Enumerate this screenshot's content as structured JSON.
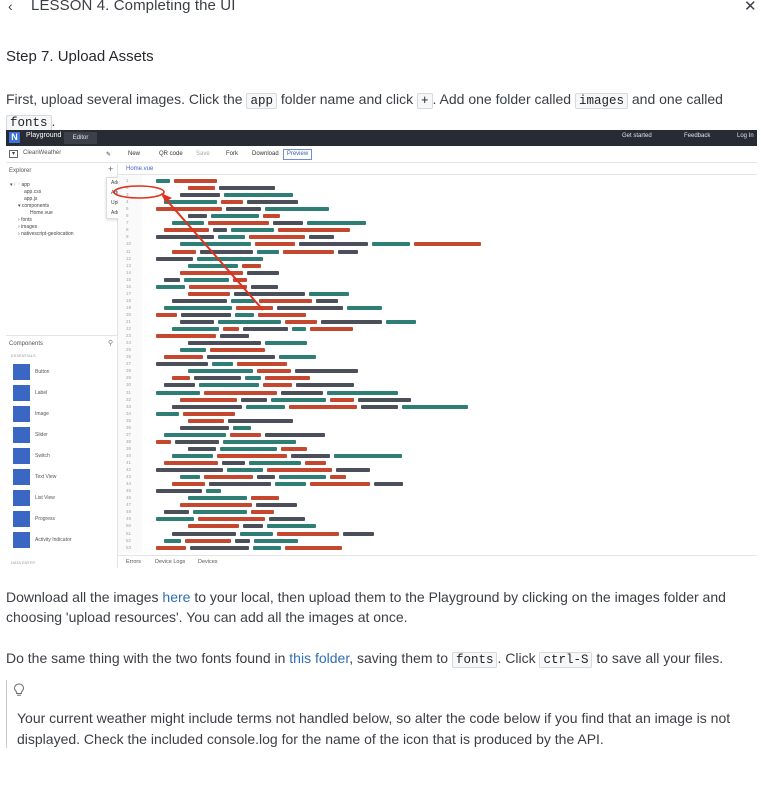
{
  "header": {
    "back_icon": "chevron-left-icon",
    "title": "LESSON 4. Completing the UI",
    "close_icon": "close-icon"
  },
  "step_title": "Step 7. Upload Assets",
  "intro": {
    "part1": "First, upload several images. Click the ",
    "code1": "app",
    "part2": " folder name and click ",
    "code2": "+",
    "part3": ". Add one folder called ",
    "code3": "images",
    "part4": " and one called ",
    "code4": "fonts",
    "part5": "."
  },
  "screenshot": {
    "brand": "Playground",
    "editor_tab": "Editor",
    "nav_right": [
      "Get started",
      "Feedback",
      "Log In"
    ],
    "project_name": "CleanWeather",
    "toolbar_items": [
      "New",
      "QR code",
      "Save",
      "Fork",
      "Download"
    ],
    "preview_label": "Preview",
    "explorer_header": "Explorer",
    "file_tab": "Home.vue",
    "context_menu": [
      "Add file",
      "Add folder",
      "Upload resources",
      "Add NPM package"
    ],
    "tree": [
      "app",
      "app.css",
      "app.js",
      "components",
      "Home.vue",
      "fonts",
      "images",
      "nativescript-geolocation"
    ],
    "components_header": "Components",
    "components_section": "ESSENTIALS",
    "components": [
      "Button",
      "Label",
      "Image",
      "Slider",
      "Switch",
      "Text View",
      "List View",
      "Progress",
      "Activity Indicator"
    ],
    "components_section2": "DATA ENTRY",
    "bottom_tabs": [
      "Errors",
      "Device Logs",
      "Devices"
    ]
  },
  "download_para": {
    "part1": "Download all the images ",
    "link1": "here",
    "part2": " to your local, then upload them to the Playground by clicking on the images folder and choosing 'upload resources'. You can add all the images at once."
  },
  "fonts_para": {
    "part1": "Do the same thing with the two fonts found in ",
    "link1": "this folder",
    "part2": ", saving them to ",
    "code1": "fonts",
    "part3": ". Click ",
    "code2": "ctrl-S",
    "part4": " to save all your files."
  },
  "callout": {
    "icon": "lightbulb-icon",
    "text": "Your current weather might include terms not handled below, so alter the code below if you find that an image is not displayed. Check the included console.log for the name of the icon that is produced by the API."
  },
  "colors": {
    "accent_blue": "#3a66c4",
    "link": "#2f6eb7",
    "annotation_red": "#e0301e"
  }
}
